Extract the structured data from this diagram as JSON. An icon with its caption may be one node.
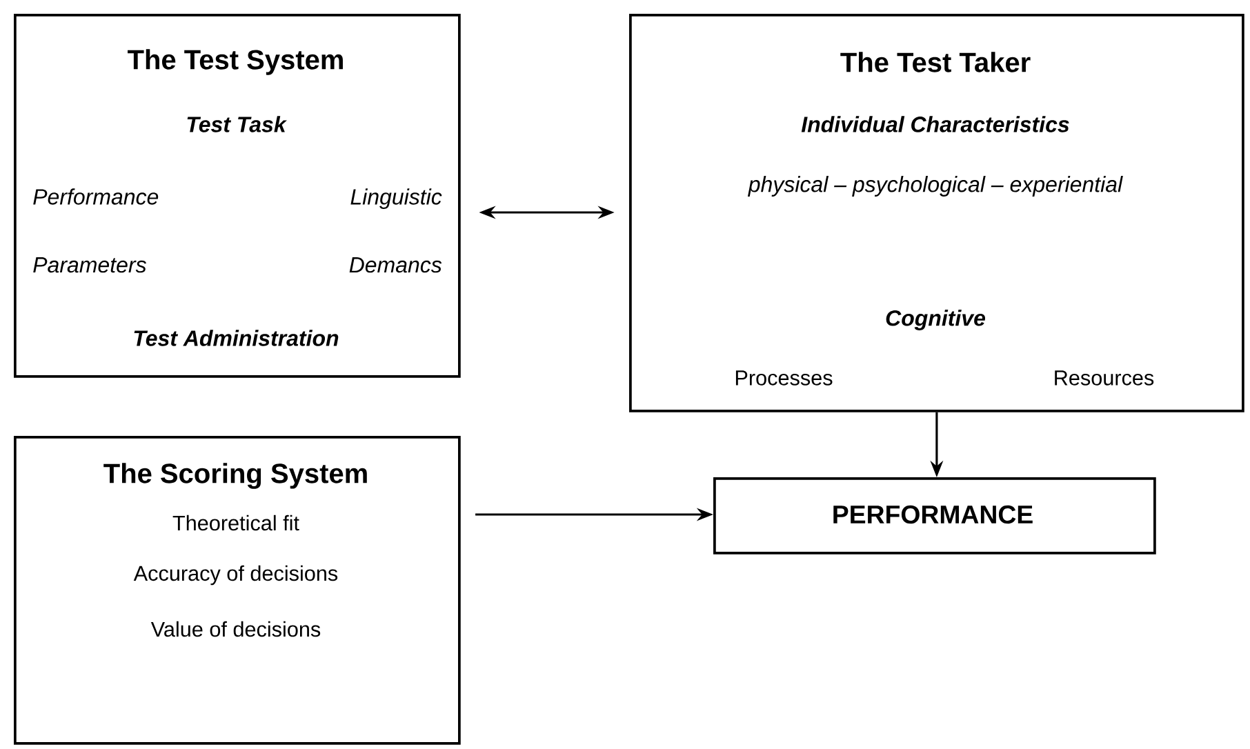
{
  "diagram": {
    "nodes": [
      {
        "text": [
          "The Test System",
          "Test Task",
          "Performance Parameters",
          "Linguistic Demancs",
          "Test Administration"
        ]
      },
      {
        "text": [
          "The Test Taker",
          "Individual Characteristics",
          "physical – psychological – experiential",
          "Cognitive",
          "Processes",
          "Resources"
        ]
      },
      {
        "text": [
          "The Scoring System",
          "Theoretical fit",
          "Accuracy of decisions",
          "Value of decisions"
        ]
      },
      {
        "text": [
          "PERFORMANCE"
        ]
      }
    ],
    "edges": [
      {
        "from": 0,
        "to": 1,
        "arrow": "both"
      },
      {
        "from": 1,
        "to": 3,
        "arrow": "to"
      },
      {
        "from": 2,
        "to": 3,
        "arrow": "to"
      }
    ]
  }
}
